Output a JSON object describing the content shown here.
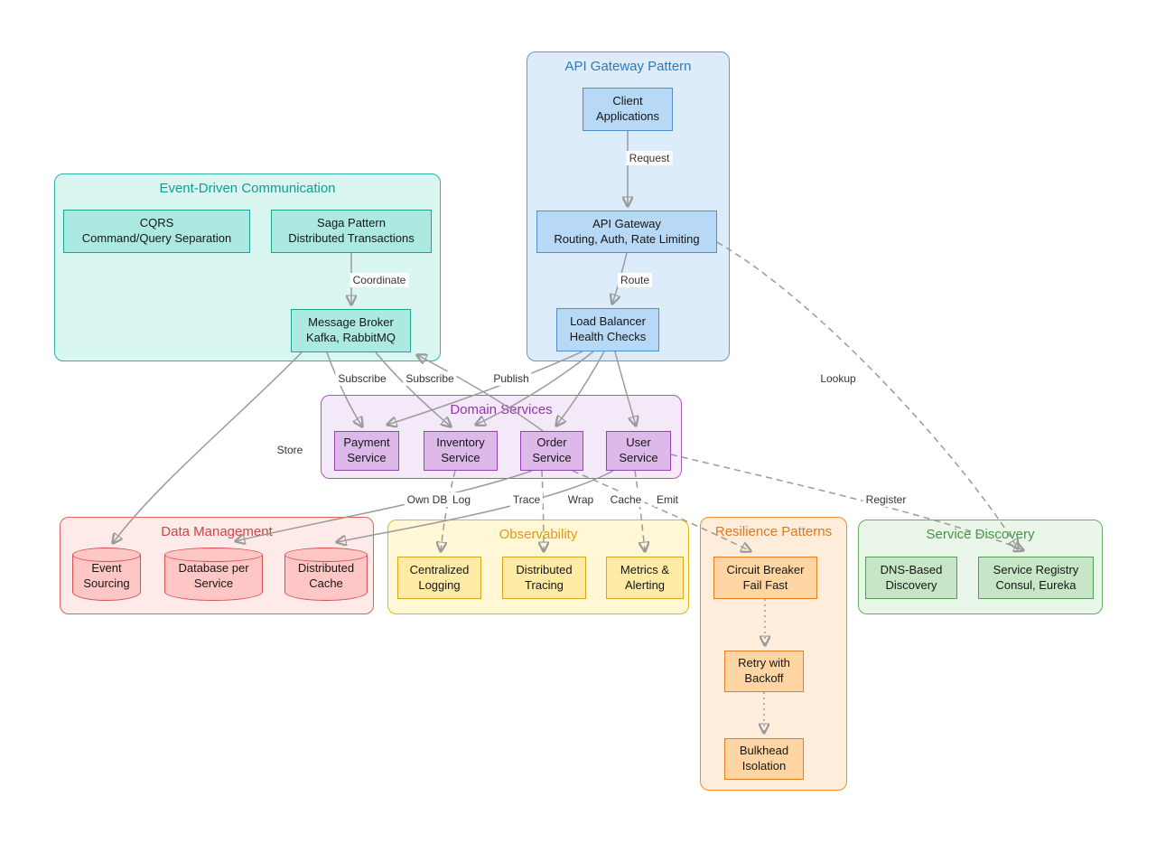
{
  "diagram": {
    "kind": "microservices-architecture-patterns"
  },
  "groups": {
    "event_driven": {
      "title": "Event-Driven Communication"
    },
    "api_gateway": {
      "title": "API Gateway Pattern"
    },
    "domain_services": {
      "title": "Domain Services"
    },
    "data_management": {
      "title": "Data Management"
    },
    "observability": {
      "title": "Observability"
    },
    "resilience": {
      "title": "Resilience Patterns"
    },
    "service_discovery": {
      "title": "Service Discovery"
    }
  },
  "nodes": {
    "client_applications": {
      "label": "Client\nApplications"
    },
    "api_gateway": {
      "label": "API Gateway\nRouting, Auth, Rate Limiting"
    },
    "load_balancer": {
      "label": "Load Balancer\nHealth Checks"
    },
    "cqrs": {
      "label": "CQRS\nCommand/Query Separation"
    },
    "saga_pattern": {
      "label": "Saga Pattern\nDistributed Transactions"
    },
    "message_broker": {
      "label": "Message Broker\nKafka, RabbitMQ"
    },
    "payment_service": {
      "label": "Payment\nService"
    },
    "inventory_service": {
      "label": "Inventory\nService"
    },
    "order_service": {
      "label": "Order\nService"
    },
    "user_service": {
      "label": "User\nService"
    },
    "event_sourcing": {
      "label": "Event\nSourcing"
    },
    "database_per_service": {
      "label": "Database per\nService"
    },
    "distributed_cache": {
      "label": "Distributed\nCache"
    },
    "centralized_logging": {
      "label": "Centralized\nLogging"
    },
    "distributed_tracing": {
      "label": "Distributed\nTracing"
    },
    "metrics_alerting": {
      "label": "Metrics &\nAlerting"
    },
    "circuit_breaker": {
      "label": "Circuit Breaker\nFail Fast"
    },
    "retry_with_backoff": {
      "label": "Retry with\nBackoff"
    },
    "bulkhead_isolation": {
      "label": "Bulkhead\nIsolation"
    },
    "dns_based_discovery": {
      "label": "DNS-Based\nDiscovery"
    },
    "service_registry": {
      "label": "Service Registry\nConsul, Eureka"
    }
  },
  "edges": [
    {
      "from": "client_applications",
      "to": "api_gateway",
      "label": "Request",
      "style": "solid"
    },
    {
      "from": "api_gateway",
      "to": "load_balancer",
      "label": "Route",
      "style": "solid"
    },
    {
      "from": "saga_pattern",
      "to": "message_broker",
      "label": "Coordinate",
      "style": "solid"
    },
    {
      "from": "message_broker",
      "to": "payment_service",
      "label": "Subscribe",
      "style": "solid"
    },
    {
      "from": "message_broker",
      "to": "inventory_service",
      "label": "Subscribe",
      "style": "solid"
    },
    {
      "from": "order_service",
      "to": "message_broker",
      "label": "Publish",
      "style": "solid"
    },
    {
      "from": "message_broker",
      "to": "event_sourcing",
      "label": "Store",
      "style": "solid"
    },
    {
      "from": "order_service",
      "to": "database_per_service",
      "label": "Own DB",
      "style": "solid"
    },
    {
      "from": "inventory_service",
      "to": "centralized_logging",
      "label": "Log",
      "style": "dashed"
    },
    {
      "from": "order_service",
      "to": "distributed_tracing",
      "label": "Trace",
      "style": "dashed"
    },
    {
      "from": "order_service",
      "to": "circuit_breaker",
      "label": "Wrap",
      "style": "dashed"
    },
    {
      "from": "user_service",
      "to": "distributed_cache",
      "label": "Cache",
      "style": "solid"
    },
    {
      "from": "user_service",
      "to": "metrics_alerting",
      "label": "Emit",
      "style": "dashed"
    },
    {
      "from": "user_service",
      "to": "service_registry",
      "label": "Register",
      "style": "dashed"
    },
    {
      "from": "api_gateway",
      "to": "service_registry",
      "label": "Lookup",
      "style": "dashed"
    },
    {
      "from": "load_balancer",
      "to": "payment_service",
      "label": "",
      "style": "solid"
    },
    {
      "from": "load_balancer",
      "to": "inventory_service",
      "label": "",
      "style": "solid"
    },
    {
      "from": "load_balancer",
      "to": "order_service",
      "label": "",
      "style": "solid"
    },
    {
      "from": "load_balancer",
      "to": "user_service",
      "label": "",
      "style": "solid"
    },
    {
      "from": "circuit_breaker",
      "to": "retry_with_backoff",
      "label": "",
      "style": "dotted"
    },
    {
      "from": "retry_with_backoff",
      "to": "bulkhead_isolation",
      "label": "",
      "style": "dotted"
    }
  ],
  "colors": {
    "teal": "#2cb5a2",
    "blue": "#5a9bd8",
    "purple": "#a758bb",
    "red": "#e06060",
    "yellow": "#e4b51e",
    "orange": "#ef8d30",
    "green": "#66ac66",
    "edge": "#9a9a9a"
  }
}
